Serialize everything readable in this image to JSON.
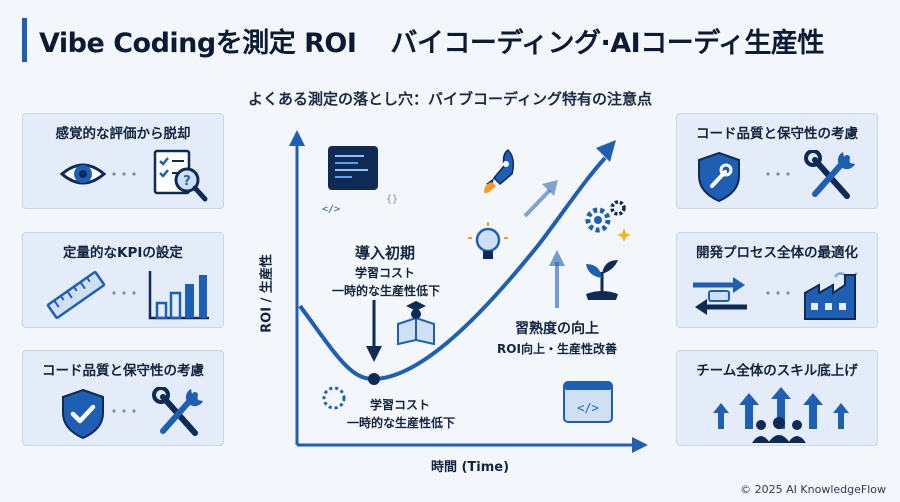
{
  "title": {
    "left": "Vibe Codingを測定 ROI",
    "right": "バイコーディング·AIコーディ生産性"
  },
  "subtitle": "よくある測定の落とし穴：バイブコーディング特有の注意点",
  "left_cards": [
    {
      "title": "感覚的な評価から脱却",
      "icons": [
        "eye-icon",
        "checklist-magnifier-icon"
      ]
    },
    {
      "title": "定量的なKPIの設定",
      "icons": [
        "ruler-icon",
        "bar-chart-icon"
      ]
    },
    {
      "title": "コード品質と保守性の考慮",
      "icons": [
        "shield-check-icon",
        "tools-icon"
      ]
    }
  ],
  "right_cards": [
    {
      "title": "コード品質と保守性の考慮",
      "icons": [
        "shield-wrench-icon",
        "tools-icon"
      ]
    },
    {
      "title": "開発プロセス全体の最適化",
      "icons": [
        "process-arrows-icon",
        "factory-icon"
      ]
    },
    {
      "title": "チーム全体のスキル底上げ",
      "icons": [
        "rising-arrows-team-icon"
      ]
    }
  ],
  "chart": {
    "y_axis_label": "ROI / 生産性",
    "x_axis_label": "時間 (Time)",
    "phase1": {
      "title": "導入初期",
      "line1": "学習コスト",
      "line2": "一時的な生産性低下"
    },
    "trough": {
      "line1": "学習コスト",
      "line2": "一時的な生産性低下"
    },
    "phase2": {
      "title": "習熟度の向上",
      "line1": "ROI向上・生産性改善"
    },
    "curve_color": "#1f5fb3"
  },
  "copyright": "© 2025 AI KnowledgeFlow"
}
